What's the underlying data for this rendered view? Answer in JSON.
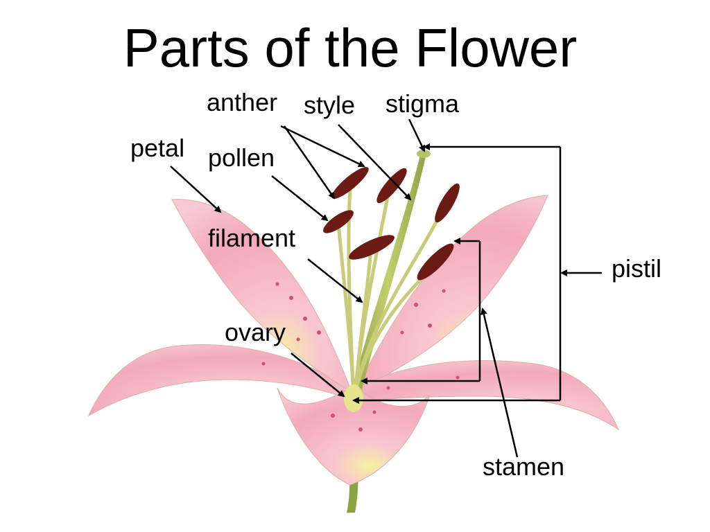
{
  "title": "Parts of the Flower",
  "labels": {
    "anther": "anther",
    "style": "style",
    "stigma": "stigma",
    "petal": "petal",
    "pollen": "pollen",
    "filament": "filament",
    "ovary": "ovary",
    "pistil": "pistil",
    "stamen": "stamen"
  },
  "colors": {
    "petal": "#f4b3c2",
    "petal_dark": "#e88aa2",
    "petal_edge": "#d4d58a",
    "stem": "#a9b95a",
    "anther": "#6b1a14",
    "arrow": "#000000"
  }
}
